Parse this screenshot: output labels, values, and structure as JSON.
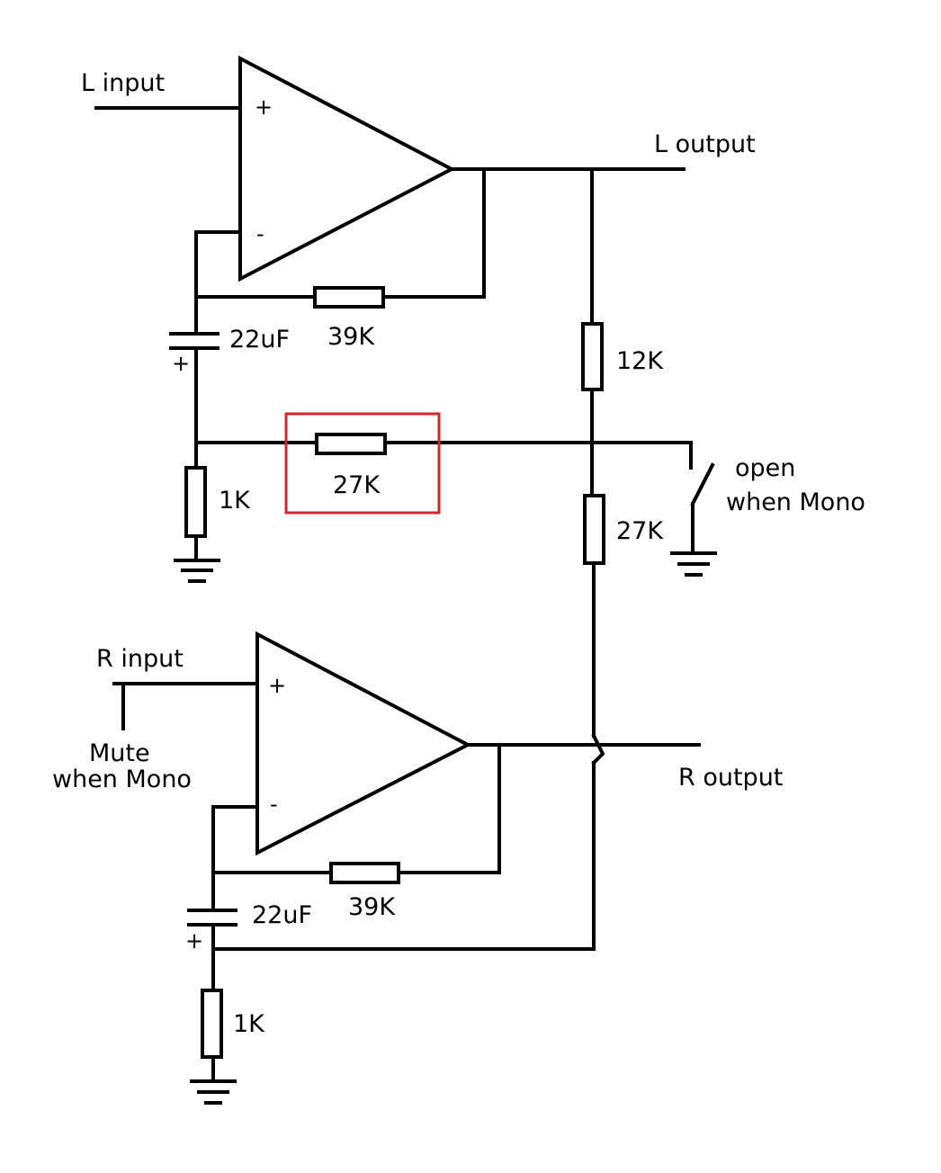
{
  "labels": {
    "l_input": "L input",
    "l_output": "L output",
    "r_input": "R input",
    "r_output": "R output",
    "cap_top": "22uF",
    "cap_bottom": "22uF",
    "fb_top": "39K",
    "fb_bottom": "39K",
    "res_12k": "12K",
    "res_27k_mid": "27K",
    "res_27k_series": "27K",
    "gnd_res_top": "1K",
    "gnd_res_bottom": "1K",
    "switch_line1": "open",
    "switch_line2": "when Mono",
    "mute_line1": "Mute",
    "mute_line2": "when Mono"
  },
  "pins": {
    "plus": "+",
    "minus": "-"
  },
  "colors": {
    "wire": "#000000",
    "highlight": "#d6252b",
    "background": "#ffffff"
  }
}
